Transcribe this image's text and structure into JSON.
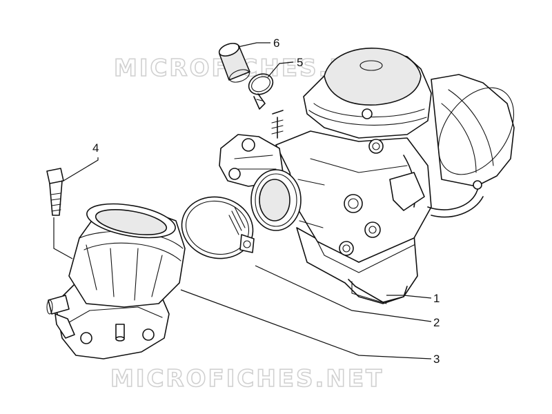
{
  "watermark": {
    "top": "MICROFICHES.NET",
    "bottom": "MICROFICHES.NET"
  },
  "callouts": [
    {
      "id": "1",
      "label": "1"
    },
    {
      "id": "2",
      "label": "2"
    },
    {
      "id": "3",
      "label": "3"
    },
    {
      "id": "4",
      "label": "4"
    },
    {
      "id": "5",
      "label": "5"
    },
    {
      "id": "6",
      "label": "6"
    }
  ],
  "colors": {
    "line": "#111111",
    "watermark": "#d0d0d0",
    "background": "#ffffff"
  }
}
